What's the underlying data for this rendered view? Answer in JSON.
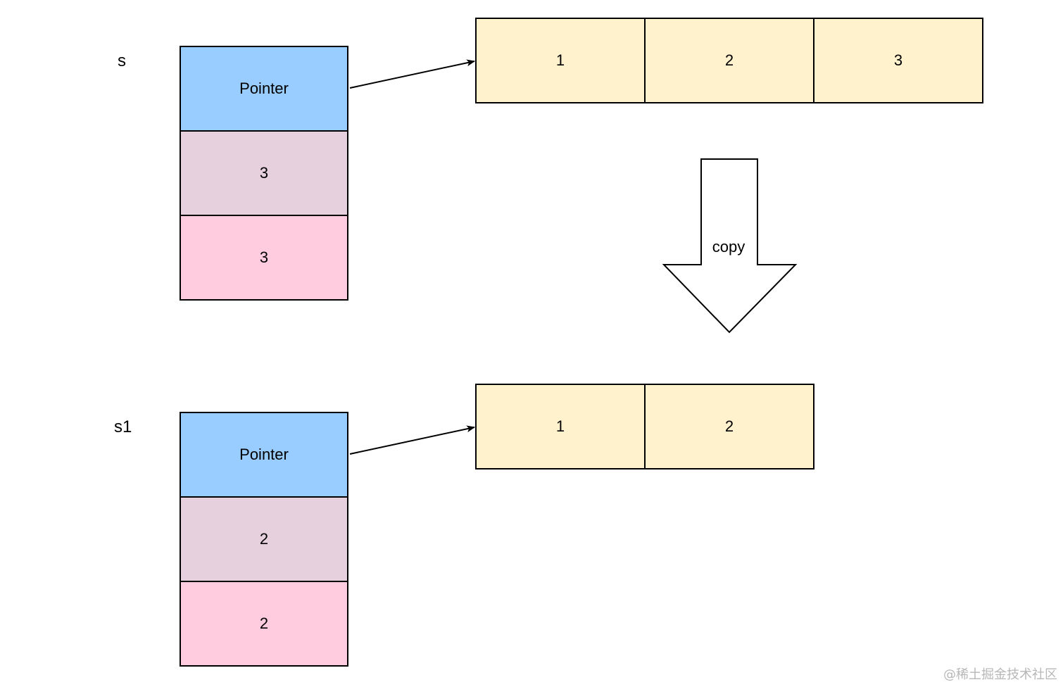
{
  "colors": {
    "pointer": "#99ccff",
    "length": "#e6d0de",
    "capacity": "#ffccdf",
    "array_element": "#fff2cc"
  },
  "top": {
    "var_label": "s",
    "pointer_label": "Pointer",
    "len": "3",
    "cap": "3",
    "array": [
      "1",
      "2",
      "3"
    ]
  },
  "copy_label": "copy",
  "bottom": {
    "var_label": "s1",
    "pointer_label": "Pointer",
    "len": "2",
    "cap": "2",
    "array": [
      "1",
      "2"
    ]
  },
  "watermark": "@稀土掘金技术社区"
}
